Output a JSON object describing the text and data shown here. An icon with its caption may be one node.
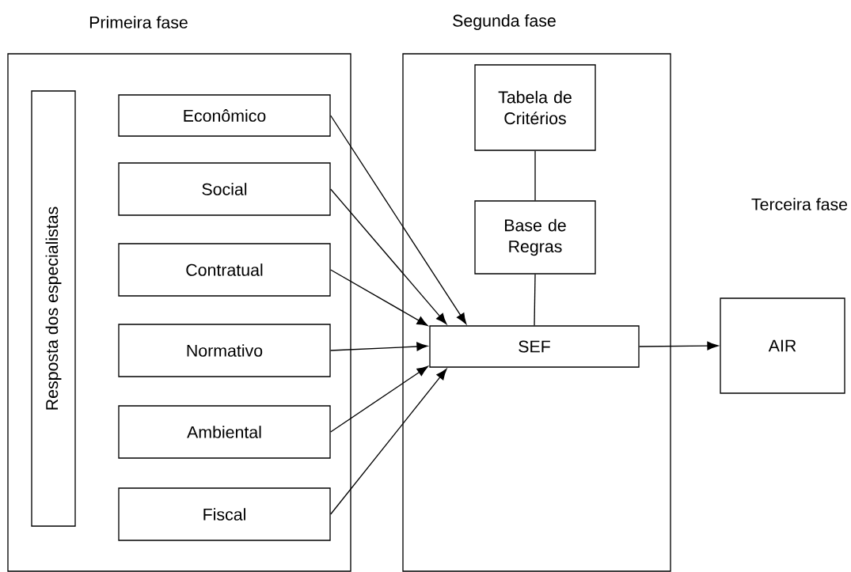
{
  "diagram": {
    "nodes": [
      {
        "text": [
          "Primeira fase"
        ]
      },
      {
        "text": [
          "Resposta dos especialistas"
        ],
        "in": 0
      },
      {
        "text": [
          "Econômico"
        ],
        "in": 0
      },
      {
        "text": [
          "Social"
        ],
        "in": 0
      },
      {
        "text": [
          "Contratual"
        ],
        "in": 0
      },
      {
        "text": [
          "Normativo"
        ],
        "in": 0
      },
      {
        "text": [
          "Ambiental"
        ],
        "in": 0
      },
      {
        "text": [
          "Fiscal"
        ],
        "in": 0
      },
      {
        "text": [
          "Segunda fase"
        ]
      },
      {
        "text": [
          "Tabela de Critérios"
        ],
        "in": 8
      },
      {
        "text": [
          "Base de Regras"
        ],
        "in": 8
      },
      {
        "text": [
          "SEF"
        ],
        "in": 8
      },
      {
        "text": [
          "AIR"
        ]
      }
    ],
    "edges": [
      {
        "from": 2,
        "to": 11,
        "arrow": "to"
      },
      {
        "from": 3,
        "to": 11,
        "arrow": "to"
      },
      {
        "from": 4,
        "to": 11,
        "arrow": "to"
      },
      {
        "from": 5,
        "to": 11,
        "arrow": "to"
      },
      {
        "from": 6,
        "to": 11,
        "arrow": "to"
      },
      {
        "from": 7,
        "to": 11,
        "arrow": "to"
      },
      {
        "from": 9,
        "to": 10,
        "arrow": "none"
      },
      {
        "from": 10,
        "to": 11,
        "arrow": "none"
      },
      {
        "from": 11,
        "to": 12,
        "arrow": "to"
      }
    ],
    "labels": [
      "Terceira fase"
    ]
  }
}
